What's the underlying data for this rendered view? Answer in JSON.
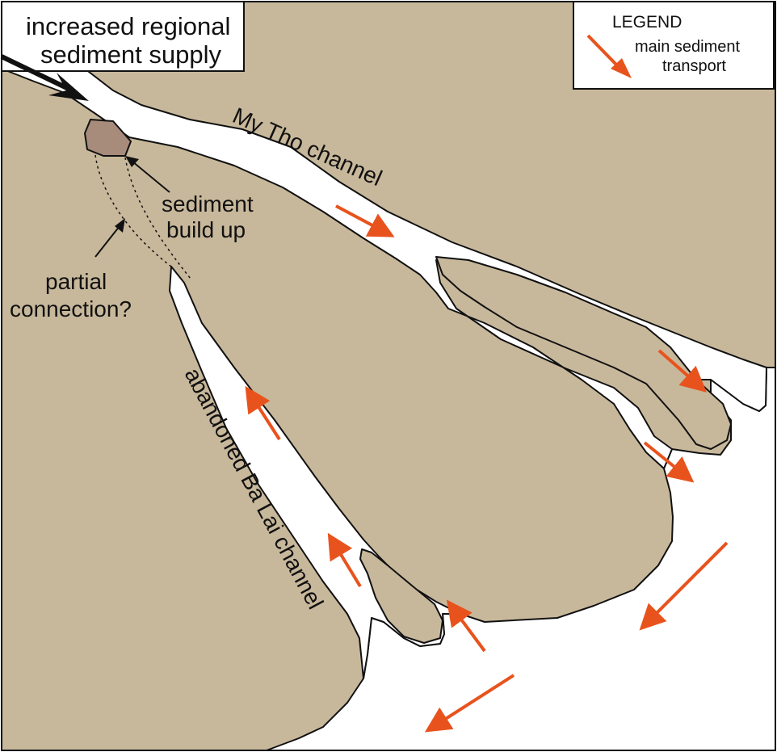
{
  "supply": {
    "line1": "increased regional",
    "line2": "sediment supply"
  },
  "legend": {
    "title": "LEGEND",
    "item_line1": "main sediment",
    "item_line2": "transport",
    "arrow_icon": "orange-arrow-icon"
  },
  "labels": {
    "my_tho": "My Tho channel",
    "build_up_line1": "sediment",
    "build_up_line2": "build up",
    "partial_line1": "partial",
    "partial_line2": "connection?",
    "ba_lai": "abandoned Ba Lai channel"
  },
  "colors": {
    "land": "#c8b89b",
    "water": "#ffffff",
    "outline": "#111111",
    "sediment_body": "#a78b7b",
    "transport_arrow": "#e8531d"
  }
}
